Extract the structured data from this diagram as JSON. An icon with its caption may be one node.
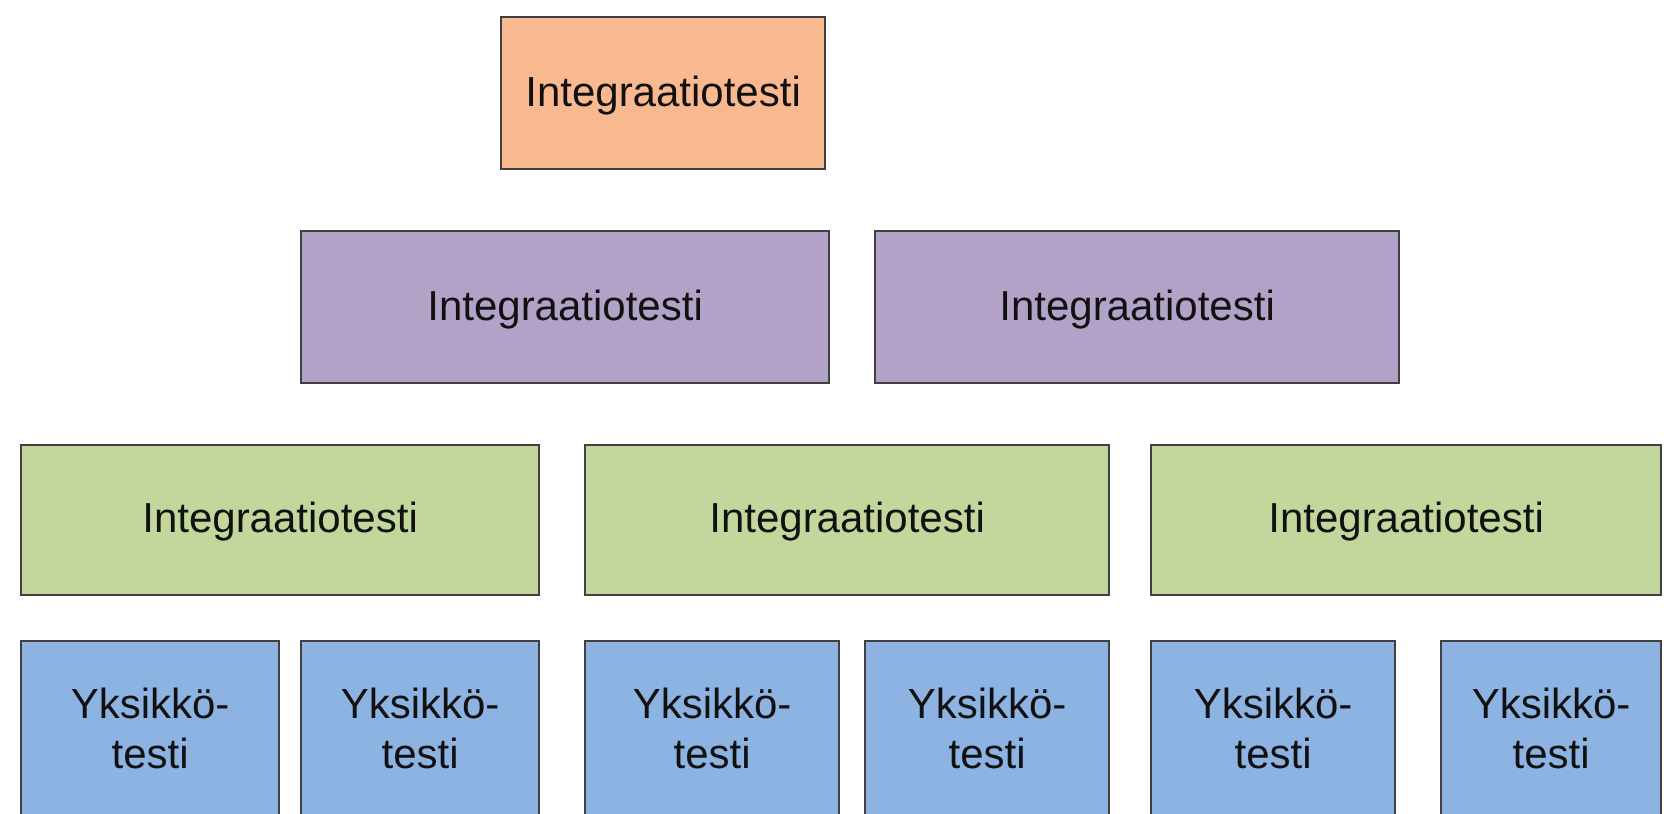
{
  "diagram": {
    "nodes": [
      {
        "text": [
          "Integraatiotesti"
        ]
      },
      {
        "text": [
          "Integraatiotesti"
        ]
      },
      {
        "text": [
          "Integraatiotesti"
        ]
      },
      {
        "text": [
          "Integraatiotesti"
        ]
      },
      {
        "text": [
          "Integraatiotesti"
        ]
      },
      {
        "text": [
          "Integraatiotesti"
        ]
      },
      {
        "text": [
          "Yksikkö- testi"
        ]
      },
      {
        "text": [
          "Yksikkö- testi"
        ]
      },
      {
        "text": [
          "Yksikkö- testi"
        ]
      },
      {
        "text": [
          "Yksikkö- testi"
        ]
      },
      {
        "text": [
          "Yksikkö- testi"
        ]
      },
      {
        "text": [
          "Yksikkö- testi"
        ]
      }
    ]
  }
}
